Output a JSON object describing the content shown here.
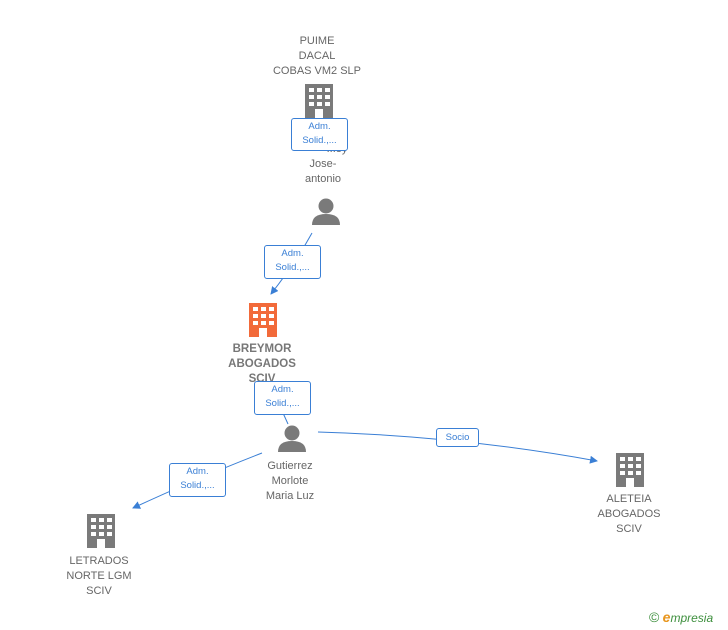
{
  "nodes": {
    "puime": {
      "lines": [
        "PUIME",
        "DACAL",
        "COBAS VM2 SLP"
      ]
    },
    "jose": {
      "lines": [
        "...ey",
        "Jose-",
        "antonio"
      ]
    },
    "breymor": {
      "lines": [
        "BREYMOR",
        "ABOGADOS",
        "SCIV"
      ]
    },
    "gutierrez": {
      "lines": [
        "Gutierrez",
        "Morlote",
        "Maria Luz"
      ]
    },
    "letrados": {
      "lines": [
        "LETRADOS",
        "NORTE LGM",
        "SCIV"
      ]
    },
    "aleteia": {
      "lines": [
        "ALETEIA",
        "ABOGADOS",
        "SCIV"
      ]
    }
  },
  "edges": {
    "e1": {
      "lines": [
        "Adm.",
        "Solid.,..."
      ]
    },
    "e2": {
      "lines": [
        "Adm.",
        "Solid.,..."
      ]
    },
    "e3": {
      "lines": [
        "Adm.",
        "Solid.,..."
      ]
    },
    "e4": {
      "lines": [
        "Adm.",
        "Solid.,..."
      ]
    },
    "e5": {
      "lines": [
        "Socio"
      ]
    }
  },
  "colors": {
    "edge": "#3a7fd5",
    "building": "#7a7a7a",
    "building_main": "#f26a3a",
    "person": "#7a7a7a"
  },
  "icons": {
    "company": "building-icon",
    "person": "person-icon"
  },
  "brand": {
    "copyright": "©",
    "first": "e",
    "rest": "mpresia"
  }
}
